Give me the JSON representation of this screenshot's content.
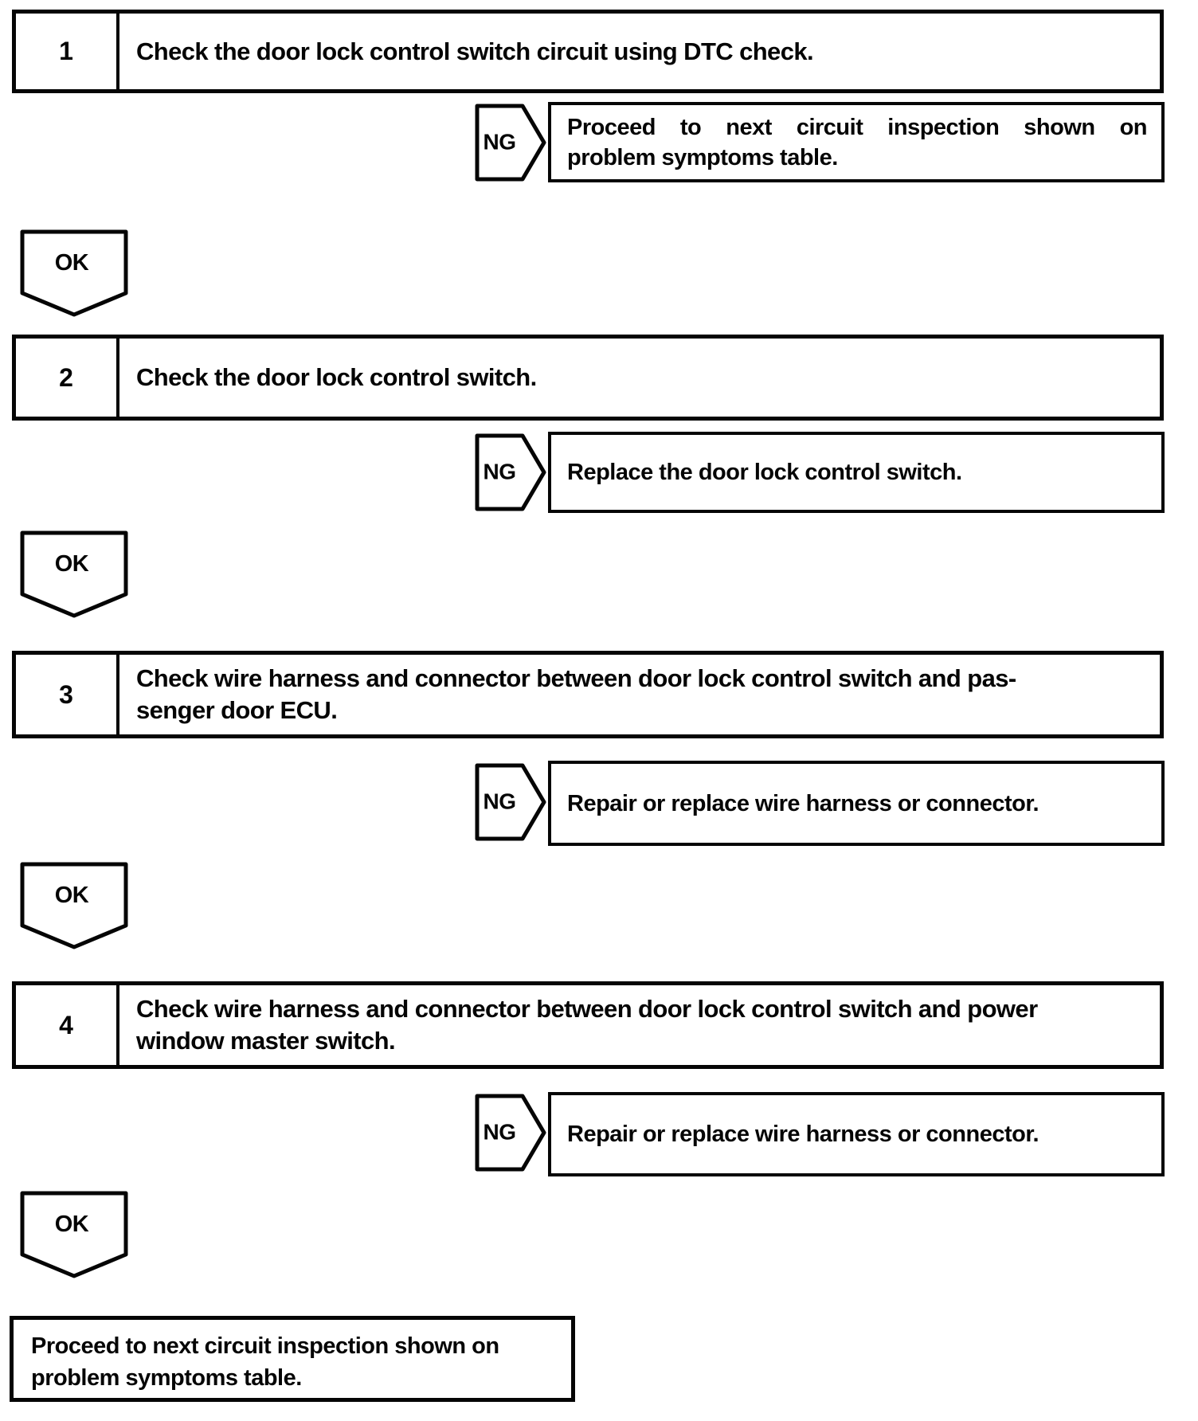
{
  "colors": {
    "ink": "#050505",
    "paper": "#ffffff"
  },
  "flowchart": {
    "steps": [
      {
        "number": "1",
        "title_lines": [
          "Check the door lock control switch circuit using DTC check."
        ],
        "ng": {
          "label": "NG",
          "result_lines": [
            "Proceed to next circuit inspection shown on",
            "problem symptoms table."
          ]
        },
        "ok_label": "OK"
      },
      {
        "number": "2",
        "title_lines": [
          "Check the door lock control switch."
        ],
        "ng": {
          "label": "NG",
          "result_lines": [
            "Replace the door lock control switch."
          ]
        },
        "ok_label": "OK"
      },
      {
        "number": "3",
        "title_lines": [
          "Check wire harness and connector between door lock control switch and pas-",
          "senger door ECU."
        ],
        "ng": {
          "label": "NG",
          "result_lines": [
            "Repair or replace wire harness or connector."
          ]
        },
        "ok_label": "OK"
      },
      {
        "number": "4",
        "title_lines": [
          "Check wire harness and connector between door lock control switch and power",
          "window master switch."
        ],
        "ng": {
          "label": "NG",
          "result_lines": [
            "Repair or replace wire harness or connector."
          ]
        },
        "ok_label": "OK"
      }
    ],
    "end": {
      "lines": [
        "Proceed to next circuit inspection shown on",
        "problem symptoms table."
      ]
    }
  }
}
